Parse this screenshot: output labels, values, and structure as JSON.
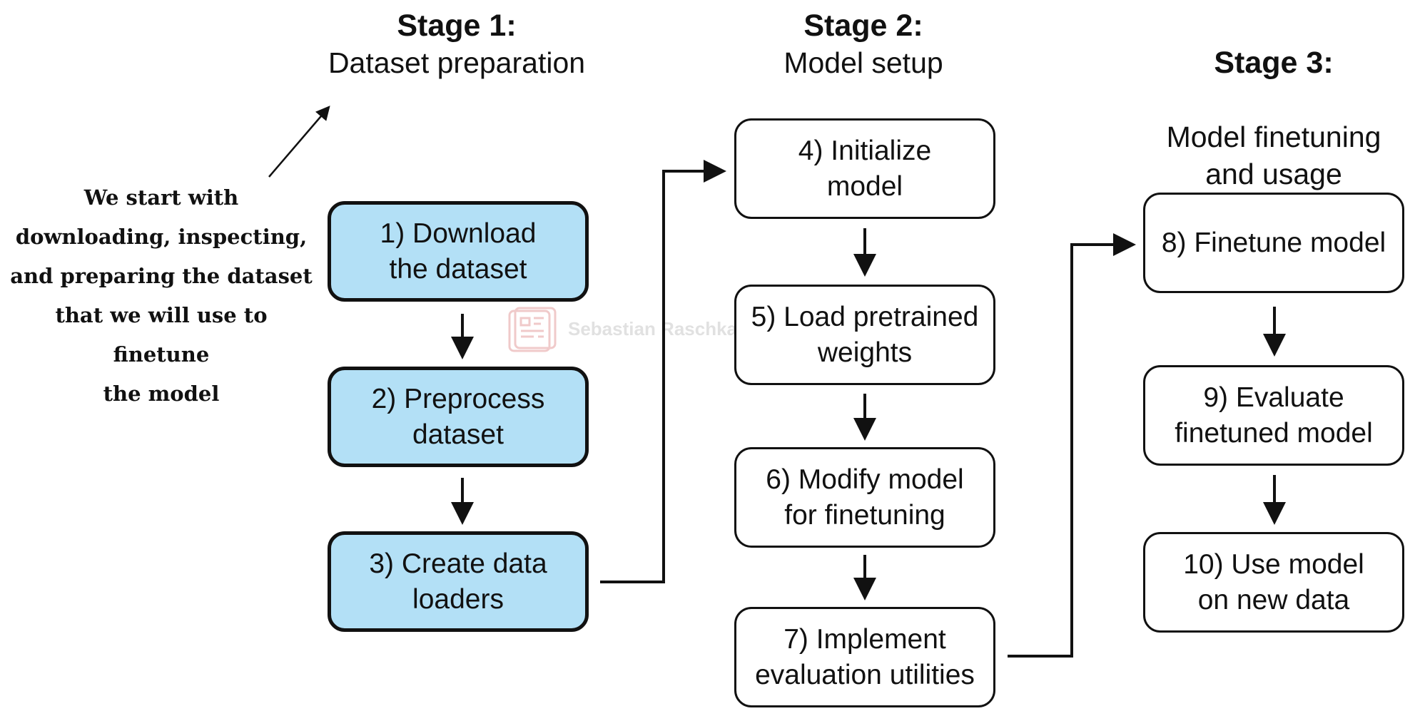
{
  "stages": [
    {
      "title": "Stage 1:",
      "subtitle": "Dataset preparation"
    },
    {
      "title": "Stage 2:",
      "subtitle": "Model setup"
    },
    {
      "title": "Stage 3:",
      "subtitle": "Model finetuning\nand usage"
    }
  ],
  "note": "We start with\ndownloading, inspecting,\nand preparing the dataset\nthat we will use to finetune\nthe model",
  "steps": [
    {
      "label": "1) Download\nthe dataset",
      "highlighted": true
    },
    {
      "label": "2) Preprocess\ndataset",
      "highlighted": true
    },
    {
      "label": "3) Create data\nloaders",
      "highlighted": true
    },
    {
      "label": "4) Initialize\nmodel",
      "highlighted": false
    },
    {
      "label": "5) Load pretrained\nweights",
      "highlighted": false
    },
    {
      "label": "6) Modify model\nfor finetuning",
      "highlighted": false
    },
    {
      "label": "7) Implement\nevaluation utilities",
      "highlighted": false
    },
    {
      "label": "8) Finetune model",
      "highlighted": false
    },
    {
      "label": "9) Evaluate\nfinetuned model",
      "highlighted": false
    },
    {
      "label": "10) Use model\non new data",
      "highlighted": false
    }
  ],
  "watermark": {
    "text": "Sebastian Raschka"
  },
  "colors": {
    "highlight_fill": "#b3e0f6",
    "stroke": "#111111",
    "watermark": "#d98b8b"
  }
}
